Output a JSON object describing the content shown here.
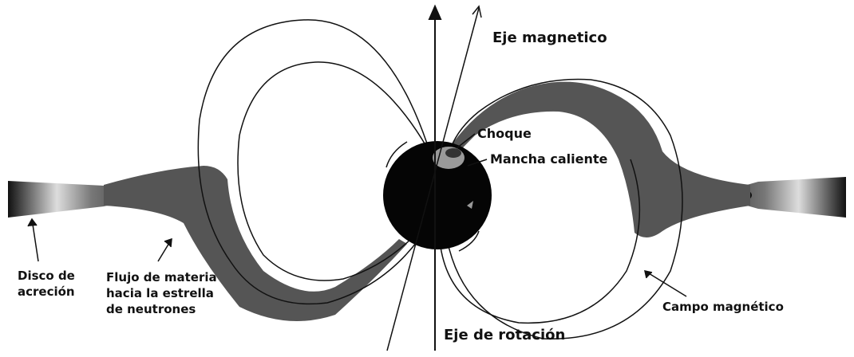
{
  "labels": {
    "magnetic_axis": "Eje magnetico",
    "shock": "Choque",
    "hot_spot": "Mancha caliente",
    "disk_line1": "Disco de",
    "disk_line2": "acreción",
    "flow_line1": "Flujo de materia",
    "flow_line2": "hacia la estrella",
    "flow_line3": "de neutrones",
    "magnetic_field": "Campo magnético",
    "rotation_axis": "Eje de rotación"
  },
  "colors": {
    "background": "#ffffff",
    "stroke": "#111111",
    "accretion_flow": "#555555",
    "star": "#050505",
    "hot_spot": "#9a9a9a"
  }
}
